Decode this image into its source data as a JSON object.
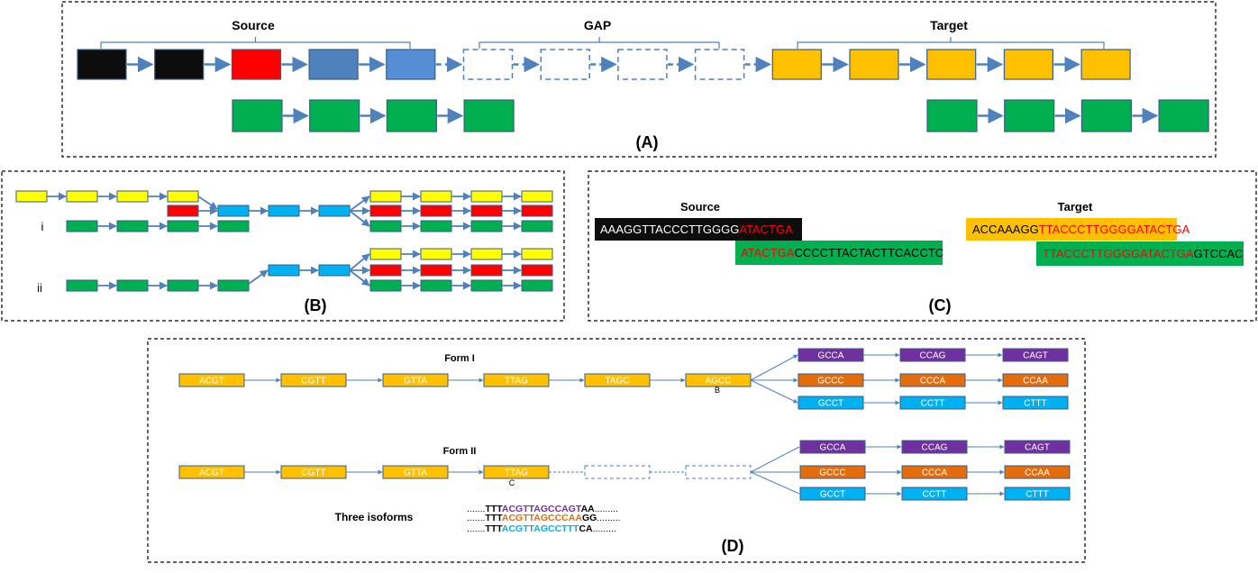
{
  "colors": {
    "black": "#0d0d0d",
    "red": "#ff0000",
    "blue_dark": "#4f81bd",
    "blue_mid": "#558ed5",
    "yellow_orange": "#ffc000",
    "green": "#00b050",
    "yellow": "#ffff00",
    "cyan": "#00b0f0",
    "purple": "#7030a0",
    "orange": "#e46c0a",
    "arrow": "#4f81bd",
    "dash_border": "#000000",
    "seq_red": "#ff0000"
  },
  "panel_a": {
    "label": "(A)",
    "source_label": "Source",
    "gap_label": "GAP",
    "target_label": "Target",
    "top_row": [
      "black",
      "black",
      "red",
      "blue_dark",
      "blue_mid",
      "gap",
      "gap",
      "gap",
      "gap",
      "yellow_orange",
      "yellow_orange",
      "yellow_orange",
      "yellow_orange",
      "yellow_orange"
    ],
    "bottom_left_count": 4,
    "bottom_right_count": 4
  },
  "panel_b": {
    "label": "(B)",
    "row_i_label": "i",
    "row_ii_label": "ii"
  },
  "panel_c": {
    "label": "(C)",
    "source_label": "Source",
    "target_label": "Target",
    "source_read1": {
      "prefix": "AAAGGTTACCCTTGGGG",
      "overlap": "ATACTGA"
    },
    "source_read2": {
      "overlap": "ATACTGA",
      "suffix": "CCCCTTACTACTTCACCTC"
    },
    "target_read1": {
      "prefix": "ACCAAAGG",
      "overlap": "TTACCCTTGGGGATACTGA"
    },
    "target_read2": {
      "overlap": "TTACCCTTGGGGATACTGA",
      "suffix": "GTCCAC"
    }
  },
  "panel_d": {
    "label": "(D)",
    "form1_label": "Form I",
    "form2_label": "Form II",
    "form1_chain": [
      "ACGT",
      "CGTT",
      "GTTA",
      "TTAG",
      "TAGC",
      "AGCC"
    ],
    "form1_node_label": "B",
    "form2_chain": [
      "ACGT",
      "CGTT",
      "GTTA",
      "TTAG"
    ],
    "form2_node_label": "C",
    "branch_purple": [
      "GCCA",
      "CCAG",
      "CAGT"
    ],
    "branch_orange": [
      "GCCC",
      "CCCA",
      "CCAA"
    ],
    "branch_blue": [
      "GCCT",
      "CCTT",
      "CTTT"
    ],
    "isoforms_label": "Three isoforms",
    "isoforms": [
      {
        "dots_left": ".......",
        "pre": "TTT",
        "mid": "ACGTTAGCCAGT",
        "post": "AA",
        "dots_right": ".........",
        "color_key": "purple"
      },
      {
        "dots_left": ".......",
        "pre": "TTT",
        "mid": "ACGTTAGCCCAA",
        "post": "GG",
        "dots_right": ".........",
        "color_key": "orange"
      },
      {
        "dots_left": ".......",
        "pre": "TTT",
        "mid": "ACGTTAGCCTTT",
        "post": "CA",
        "dots_right": ".........",
        "color_key": "cyan"
      }
    ]
  }
}
